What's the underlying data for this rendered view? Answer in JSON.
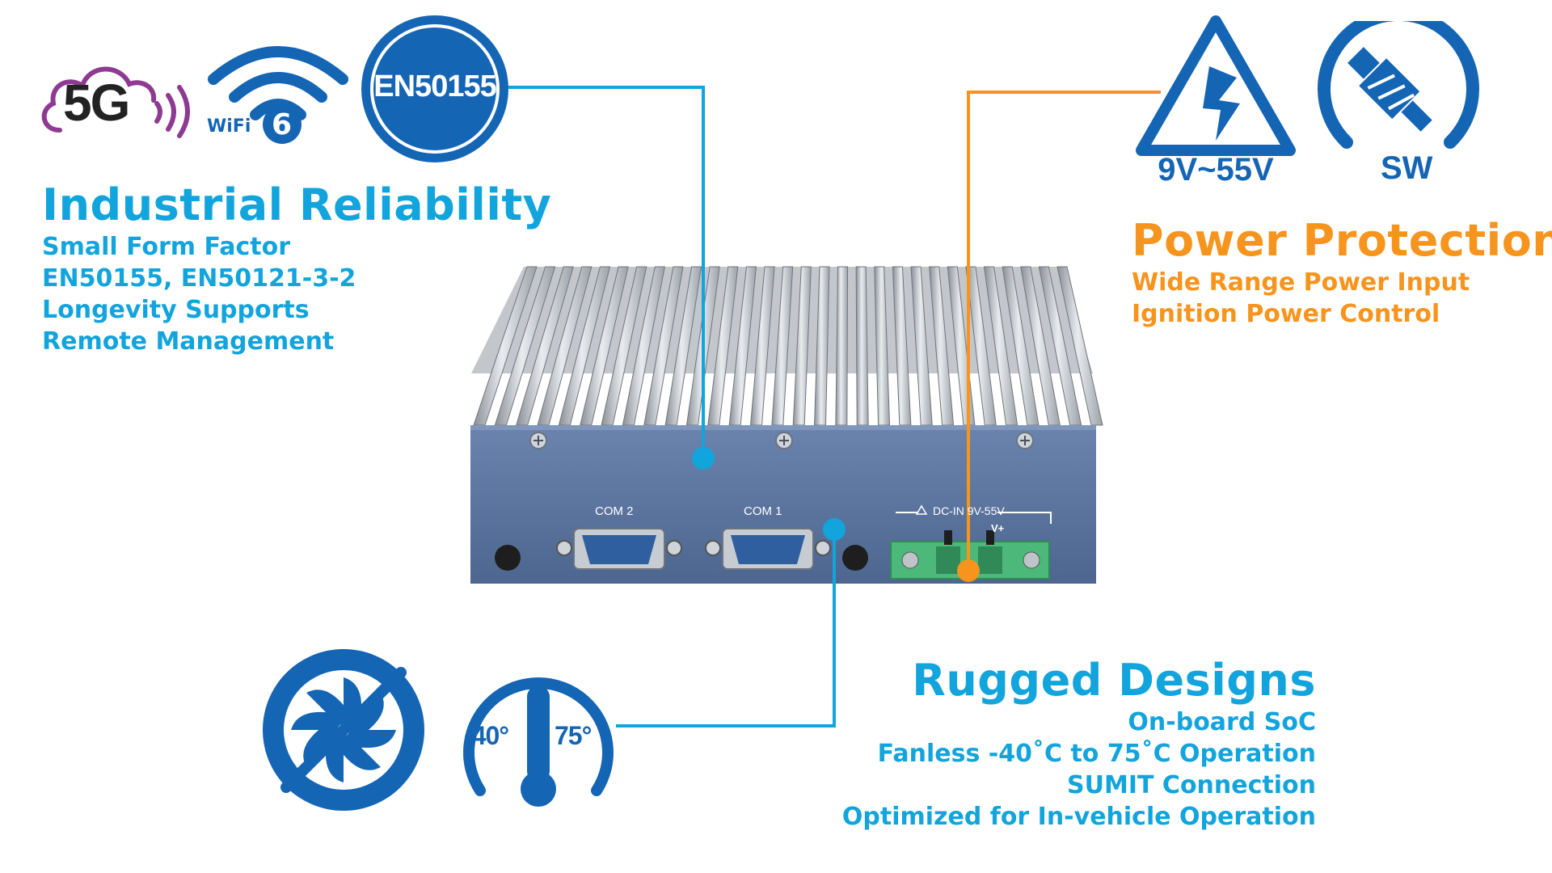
{
  "badges": {
    "g5": "5G",
    "wifi": "WiFi",
    "wifi_num": "6",
    "en": "EN50155",
    "voltage": "9V~55V",
    "sw": "SW",
    "temp_low": "-40°",
    "temp_high": "75°"
  },
  "device": {
    "com2": "COM 2",
    "com1": "COM 1",
    "dc_label": "DC-IN 9V-55V",
    "vplus": "V+"
  },
  "sections": {
    "industrial": {
      "title": "Industrial Reliability",
      "lines": [
        "Small Form Factor",
        "EN50155, EN50121-3-2",
        "Longevity Supports",
        "Remote Management"
      ]
    },
    "power": {
      "title": "Power Protection",
      "lines": [
        "Wide Range Power Input",
        "Ignition Power Control"
      ]
    },
    "rugged": {
      "title": "Rugged Designs",
      "lines": [
        "On-board SoC",
        "Fanless -40˚C to 75˚C Operation",
        "SUMIT Connection",
        "Optimized for In-vehicle Operation"
      ]
    }
  },
  "colors": {
    "blue": "#12a4dc",
    "navy": "#1565b5",
    "orange": "#f7941d",
    "purple": "#8e3a93",
    "chassis": "#56719d",
    "terminal": "#4cb87a"
  }
}
